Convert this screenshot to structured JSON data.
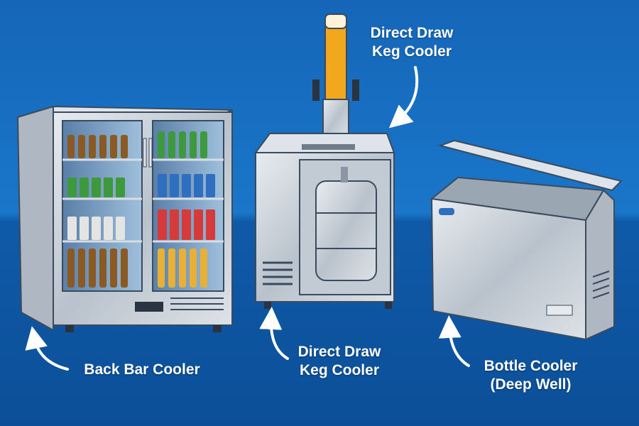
{
  "labels": {
    "top_keg": [
      "Direct Draw",
      "Keg Cooler"
    ],
    "back_bar": "Back Bar Cooler",
    "keg": [
      "Direct Draw",
      "Keg Cooler"
    ],
    "bottle": [
      "Bottle Cooler",
      "(Deep Well)"
    ]
  },
  "colors": {
    "background": "#1a76c9",
    "steel": "#c9d0d8",
    "beer": "#f2a81d"
  }
}
